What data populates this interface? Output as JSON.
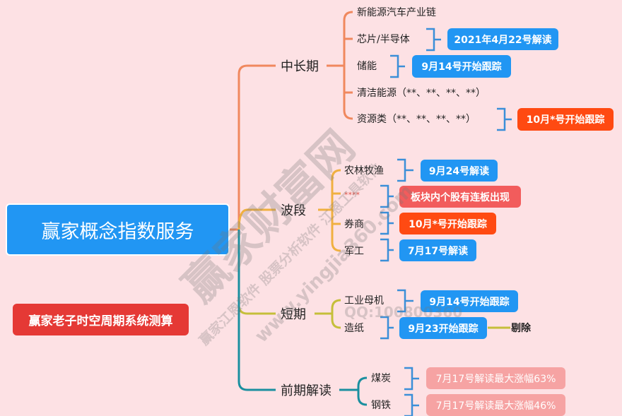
{
  "root": {
    "title": "赢家概念指数服务",
    "secondary": "赢家老子时空周期系统测算"
  },
  "branches": {
    "mid_long": {
      "label": "中长期",
      "items": [
        {
          "label": "新能源汽车产业链"
        },
        {
          "label": "芯片/半导体",
          "note": "2021年4月22号解读"
        },
        {
          "label": "储能",
          "note": "9月14号开始跟踪"
        },
        {
          "label": "清洁能源（**、**、**、**）"
        },
        {
          "label": "资源类（**、**、**、**）",
          "note": "10月*号开始跟踪"
        }
      ]
    },
    "wave": {
      "label": "波段",
      "items": [
        {
          "label": "农林牧渔",
          "note": "9月24号解读"
        },
        {
          "label": "****",
          "note": "板块内个股有连板出现"
        },
        {
          "label": "券商",
          "note": "10月*号开始跟踪"
        },
        {
          "label": "军工",
          "note": "7月17号解读"
        }
      ]
    },
    "short": {
      "label": "短期",
      "items": [
        {
          "label": "工业母机",
          "note": "9月14号开始跟踪"
        },
        {
          "label": "造纸",
          "note": "9月23开始跟踪",
          "extra": "剔除"
        }
      ]
    },
    "previous": {
      "label": "前期解读",
      "items": [
        {
          "label": "煤炭",
          "note": "7月17号解读最大涨幅63%"
        },
        {
          "label": "钢铁",
          "note": "7月17号解读最大涨幅46%"
        }
      ]
    }
  },
  "watermark": {
    "main": "赢家财富网",
    "line1": "赢家江恩软件 股票分析软件 江恩工具软件",
    "url": "www.yingjia360.com",
    "qq": "QQ:100800360"
  },
  "colors": {
    "blue": "#2196f3",
    "red": "#e53935",
    "orange_red": "#ff4a12",
    "coral": "#f25c5c",
    "pink": "#f6a3a3"
  }
}
